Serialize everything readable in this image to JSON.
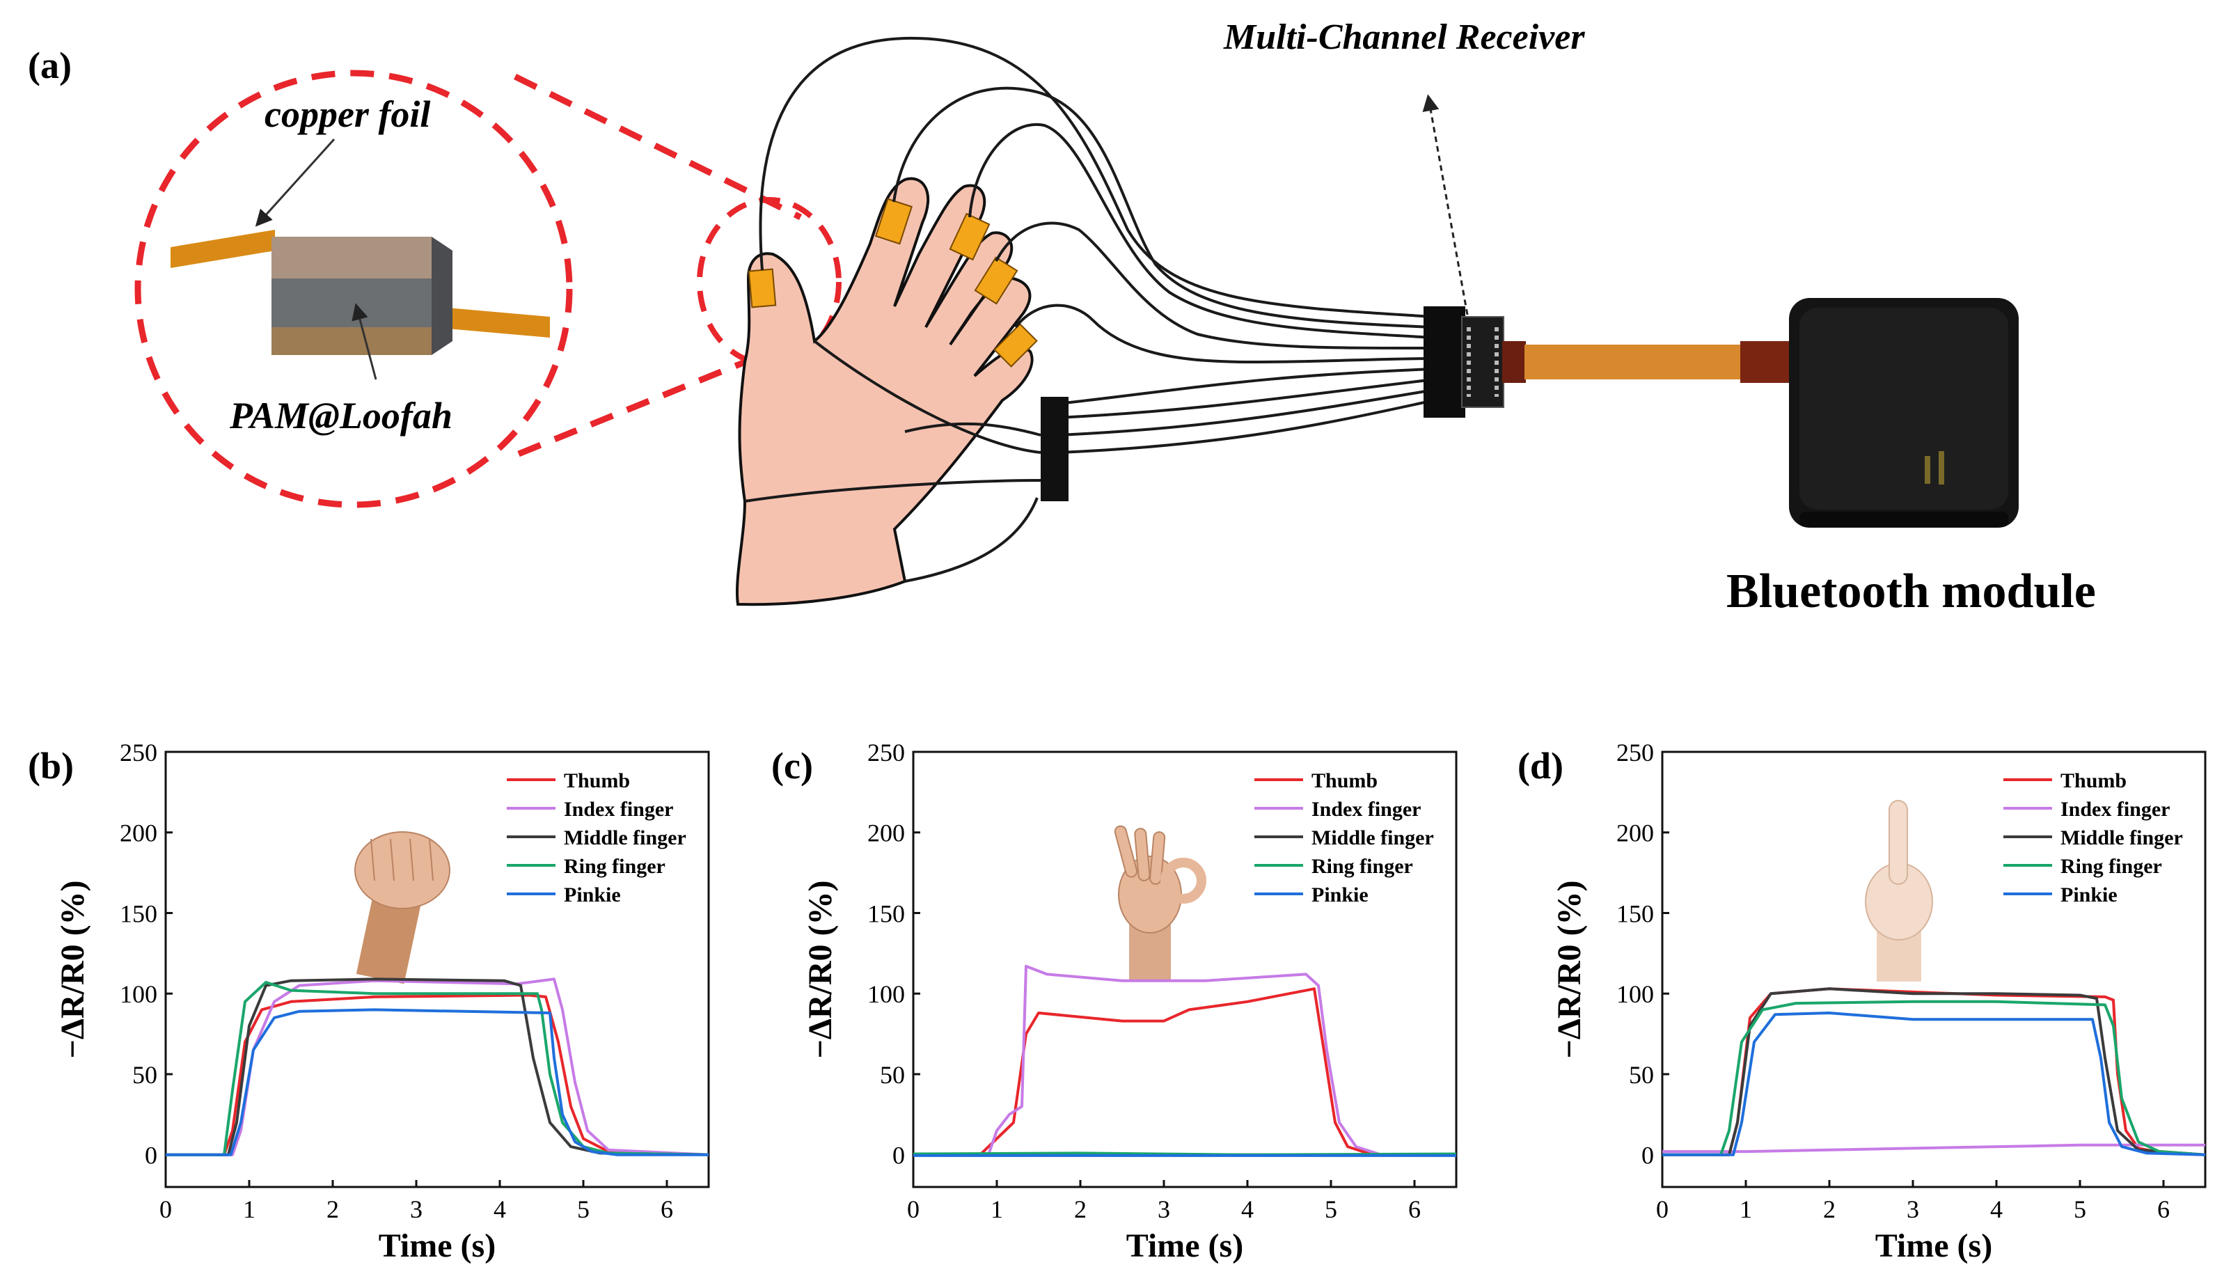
{
  "panel_a": {
    "label": "(a)",
    "copper_foil_label": "copper foil",
    "pam_label": "PAM@Loofah",
    "receiver_label": "Multi-Channel Receiver",
    "bluetooth_label": "Bluetooth module"
  },
  "colors": {
    "thumb": "#e8262b",
    "index": "#c77be6",
    "middle": "#3b3b3b",
    "ring": "#1aa66b",
    "pinkie": "#1f6fdc",
    "dashed_circle": "#e8262b",
    "copper": "#d98a16",
    "skin": "#f6c2b0",
    "sensor_pad": "#f3a619"
  },
  "chart_data": [
    {
      "type": "line",
      "panel_label": "(b)",
      "gesture_icon": "fist-icon",
      "xlabel": "Time (s)",
      "ylabel": "−ΔR/R0 (%)",
      "xlim": [
        0,
        6.5
      ],
      "ylim": [
        -20,
        250
      ],
      "xticks": [
        "0",
        "1",
        "2",
        "3",
        "4",
        "5",
        "6"
      ],
      "yticks": [
        "0",
        "50",
        "100",
        "150",
        "200",
        "250"
      ],
      "legend_position": "top-right",
      "series": [
        {
          "name": "Thumb",
          "color_key": "thumb",
          "x": [
            0,
            0.7,
            0.8,
            0.95,
            1.15,
            1.5,
            2.5,
            4.35,
            4.55,
            4.7,
            4.85,
            5.0,
            5.3,
            6.5
          ],
          "y": [
            0,
            0,
            15,
            70,
            90,
            95,
            98,
            99,
            98,
            70,
            30,
            10,
            2,
            0
          ]
        },
        {
          "name": "Index finger",
          "color_key": "index",
          "x": [
            0,
            0.8,
            0.9,
            1.05,
            1.3,
            1.6,
            2.5,
            4.2,
            4.65,
            4.75,
            4.9,
            5.05,
            5.3,
            6.5
          ],
          "y": [
            0,
            0,
            15,
            65,
            95,
            105,
            108,
            106,
            109,
            90,
            45,
            15,
            3,
            0
          ]
        },
        {
          "name": "Middle finger",
          "color_key": "middle",
          "x": [
            0,
            0.75,
            0.85,
            1.0,
            1.2,
            1.5,
            2.5,
            4.05,
            4.25,
            4.4,
            4.6,
            4.85,
            5.2,
            6.5
          ],
          "y": [
            0,
            0,
            20,
            80,
            105,
            108,
            109,
            108,
            105,
            60,
            20,
            5,
            1,
            0
          ]
        },
        {
          "name": "Ring finger",
          "color_key": "ring",
          "x": [
            0,
            0.7,
            0.8,
            0.95,
            1.2,
            1.5,
            2.5,
            4.45,
            4.5,
            4.6,
            4.75,
            5.0,
            5.3,
            6.5
          ],
          "y": [
            0,
            0,
            40,
            95,
            107,
            102,
            100,
            100,
            90,
            50,
            20,
            5,
            1,
            0
          ]
        },
        {
          "name": "Pinkie",
          "color_key": "pinkie",
          "x": [
            0,
            0.78,
            0.9,
            1.05,
            1.3,
            1.6,
            2.5,
            4.6,
            4.65,
            4.75,
            4.9,
            5.1,
            5.4,
            6.5
          ],
          "y": [
            0,
            0,
            20,
            65,
            85,
            89,
            90,
            88,
            60,
            25,
            8,
            2,
            0,
            0
          ]
        }
      ]
    },
    {
      "type": "line",
      "panel_label": "(c)",
      "gesture_icon": "ok-hand-icon",
      "xlabel": "Time (s)",
      "ylabel": "−ΔR/R0 (%)",
      "xlim": [
        0,
        6.5
      ],
      "ylim": [
        -20,
        250
      ],
      "xticks": [
        "0",
        "1",
        "2",
        "3",
        "4",
        "5",
        "6"
      ],
      "yticks": [
        "0",
        "50",
        "100",
        "150",
        "200",
        "250"
      ],
      "legend_position": "top-right",
      "series": [
        {
          "name": "Thumb",
          "color_key": "thumb",
          "x": [
            0,
            0.8,
            0.9,
            1.1,
            1.2,
            1.35,
            1.5,
            2.5,
            3.0,
            3.3,
            4.0,
            4.8,
            4.9,
            5.05,
            5.2,
            5.5,
            6.5
          ],
          "y": [
            0,
            0,
            5,
            15,
            20,
            75,
            88,
            83,
            83,
            90,
            95,
            103,
            70,
            20,
            5,
            0,
            0
          ]
        },
        {
          "name": "Index finger",
          "color_key": "index",
          "x": [
            0,
            0.9,
            1.0,
            1.15,
            1.3,
            1.35,
            1.6,
            2.5,
            3.5,
            4.7,
            4.85,
            4.95,
            5.1,
            5.3,
            5.6,
            6.5
          ],
          "y": [
            0,
            0,
            15,
            25,
            30,
            117,
            112,
            108,
            108,
            112,
            105,
            65,
            20,
            5,
            0,
            0
          ]
        },
        {
          "name": "Middle finger",
          "color_key": "middle",
          "x": [
            0,
            6.5
          ],
          "y": [
            0,
            0
          ]
        },
        {
          "name": "Ring finger",
          "color_key": "ring",
          "x": [
            0,
            2.0,
            4.0,
            6.5
          ],
          "y": [
            0.5,
            1,
            0,
            0.5
          ]
        },
        {
          "name": "Pinkie",
          "color_key": "pinkie",
          "x": [
            0,
            6.5
          ],
          "y": [
            -0.5,
            -0.5
          ]
        }
      ]
    },
    {
      "type": "line",
      "panel_label": "(d)",
      "gesture_icon": "pointing-finger-icon",
      "xlabel": "Time (s)",
      "ylabel": "−ΔR/R0 (%)",
      "xlim": [
        0,
        6.5
      ],
      "ylim": [
        -20,
        250
      ],
      "xticks": [
        "0",
        "1",
        "2",
        "3",
        "4",
        "5",
        "6"
      ],
      "yticks": [
        "0",
        "50",
        "100",
        "150",
        "200",
        "250"
      ],
      "legend_position": "top-right",
      "series": [
        {
          "name": "Thumb",
          "color_key": "thumb",
          "x": [
            0,
            0.8,
            0.9,
            1.05,
            1.3,
            2.0,
            3.0,
            4.0,
            5.3,
            5.4,
            5.45,
            5.55,
            5.7,
            6.0,
            6.5
          ],
          "y": [
            0,
            0,
            20,
            85,
            100,
            103,
            101,
            99,
            98,
            96,
            50,
            15,
            4,
            1,
            0
          ]
        },
        {
          "name": "Index finger",
          "color_key": "index",
          "x": [
            0,
            1.0,
            2.0,
            3.0,
            4.0,
            5.0,
            6.5
          ],
          "y": [
            2,
            2,
            3,
            4,
            5,
            6,
            6
          ]
        },
        {
          "name": "Middle finger",
          "color_key": "middle",
          "x": [
            0,
            0.8,
            0.9,
            1.05,
            1.3,
            2.0,
            3.0,
            4.0,
            5.0,
            5.2,
            5.3,
            5.45,
            5.7,
            6.5
          ],
          "y": [
            0,
            0,
            20,
            80,
            100,
            103,
            100,
            100,
            99,
            97,
            60,
            15,
            3,
            0
          ]
        },
        {
          "name": "Ring finger",
          "color_key": "ring",
          "x": [
            0,
            0.7,
            0.8,
            0.95,
            1.2,
            1.6,
            3.0,
            4.0,
            5.3,
            5.4,
            5.5,
            5.7,
            5.95,
            6.5
          ],
          "y": [
            0,
            0,
            15,
            70,
            90,
            94,
            95,
            95,
            93,
            80,
            35,
            8,
            2,
            0
          ]
        },
        {
          "name": "Pinkie",
          "color_key": "pinkie",
          "x": [
            0,
            0.85,
            0.95,
            1.1,
            1.35,
            2.0,
            3.0,
            4.0,
            5.15,
            5.25,
            5.35,
            5.5,
            5.8,
            6.5
          ],
          "y": [
            0,
            0,
            20,
            70,
            87,
            88,
            84,
            84,
            84,
            60,
            20,
            5,
            1,
            0
          ]
        }
      ]
    }
  ]
}
